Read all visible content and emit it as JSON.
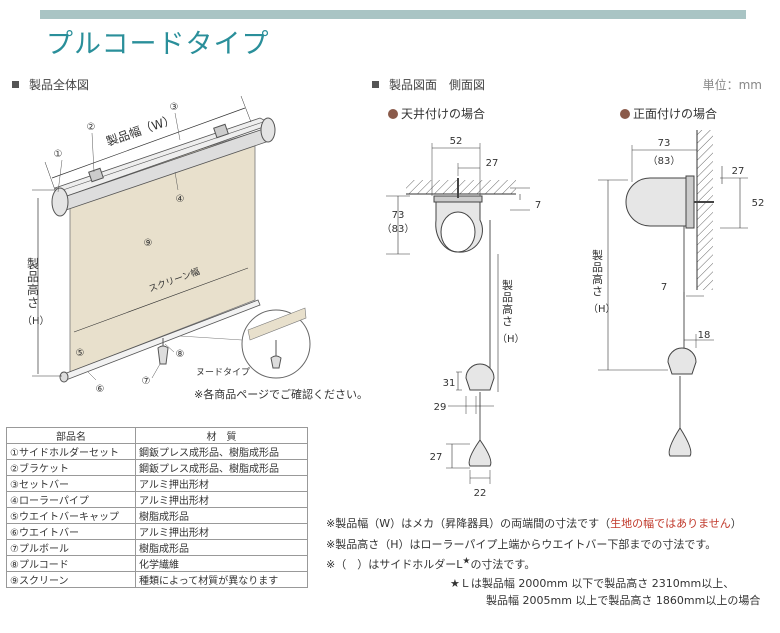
{
  "title": "プルコードタイプ",
  "sections": {
    "overview": "製品全体図",
    "drawing": "製品図面　側面図",
    "unit": "単位：mm"
  },
  "mounts": {
    "ceiling": "天井付けの場合",
    "wall": "正面付けの場合"
  },
  "overview_labels": {
    "width": "製品幅（W）",
    "height": "製品高さ",
    "height_h": "（H）",
    "screen_width": "スクリーン幅",
    "knot_type": "ヌードタイプ",
    "nums": [
      "①",
      "②",
      "③",
      "④",
      "⑤",
      "⑥",
      "⑦",
      "⑧",
      "⑨"
    ]
  },
  "dims": {
    "c52": "52",
    "c27": "27",
    "c7": "7",
    "c73": "73",
    "c83": "（83）",
    "c31": "31",
    "c29": "29",
    "c27b": "27",
    "c22": "22",
    "w73": "73",
    "w83": "（83）",
    "w27": "27",
    "w52": "52",
    "w7": "7",
    "w18": "18",
    "height": "製品高さ",
    "height_h": "（H）"
  },
  "note_see_page": "※各商品ページでご確認ください。",
  "parts_table": {
    "headers": [
      "部品名",
      "材　質"
    ],
    "rows": [
      [
        "①サイドホルダーセット",
        "鋼鈑プレス成形品、樹脂成形品"
      ],
      [
        "②ブラケット",
        "鋼鈑プレス成形品、樹脂成形品"
      ],
      [
        "③セットバー",
        "アルミ押出形材"
      ],
      [
        "④ローラーパイプ",
        "アルミ押出形材"
      ],
      [
        "⑤ウエイトバーキャップ",
        "樹脂成形品"
      ],
      [
        "⑥ウエイトバー",
        "アルミ押出形材"
      ],
      [
        "⑦プルボール",
        "樹脂成形品"
      ],
      [
        "⑧プルコード",
        "化学繊維"
      ],
      [
        "⑨スクリーン",
        "種類によって材質が異なります"
      ]
    ]
  },
  "notes": {
    "n1": "※製品幅（W）はメカ（昇降器具）の両端間の寸法です（",
    "n1_red": "生地の幅ではありません",
    "n1_end": "）",
    "n2": "※製品高さ（H）はローラーパイプ上端からウエイトバー下部までの寸法です。",
    "n3a": "※（　）はサイドホルダーL",
    "n3b": "の寸法です。",
    "star": "★",
    "n4": "★Ｌは製品幅 2000mm 以下で製品高さ 2310mm以上、",
    "n5": "製品幅 2005mm 以上で製品高さ 1860mm以上の場合"
  }
}
